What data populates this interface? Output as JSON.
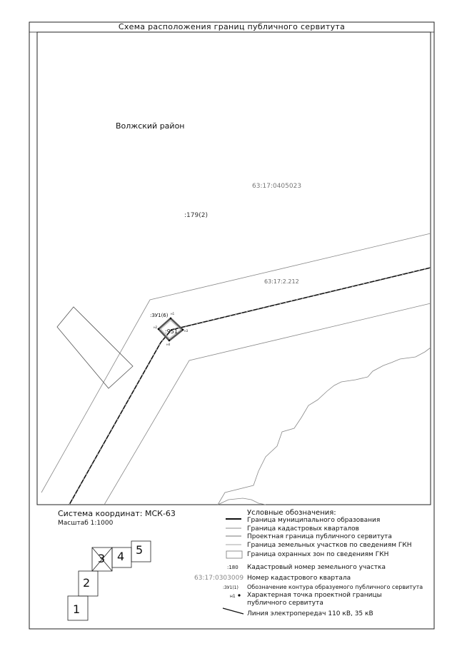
{
  "title": "Схема расположения границ публичного сервитута",
  "map": {
    "district": "Волжский район",
    "quarter_main": "63:17:0405023",
    "parcel_179": ":179(2)",
    "parcel_road": "63:17:2.212",
    "zone_label": ":ЗУ1(6)",
    "parcel_951": ":951",
    "point_labels": [
      "н1",
      "н2",
      "н3",
      "н4"
    ]
  },
  "coord_system": "Система координат: МСК-63",
  "scale": "Масштаб 1:1000",
  "legend": {
    "title": "Условные обозначения:",
    "items": [
      "Граница муниципального образования",
      "Граница кадастровых кварталов",
      "Проектная граница публичного сервитута",
      "Граница земельных участков по сведениям ГКН",
      "Граница охранных зон по сведениям ГКН",
      "Кадастровый номер земельного участка",
      "Номер кадастрового квартала",
      "Обозначение контура образуемого публичного сервитута",
      "Характерная точка проектной границы",
      "публичного сервитута",
      "Линия электропередач 110 кВ, 35 кВ"
    ],
    "symbols": {
      "parcel_number": ":180",
      "quarter_number": "63:17:0303009",
      "contour": ":ЗУ1(1)",
      "point": "н1"
    }
  },
  "sheet_index": [
    "1",
    "2",
    "3",
    "4",
    "5"
  ]
}
